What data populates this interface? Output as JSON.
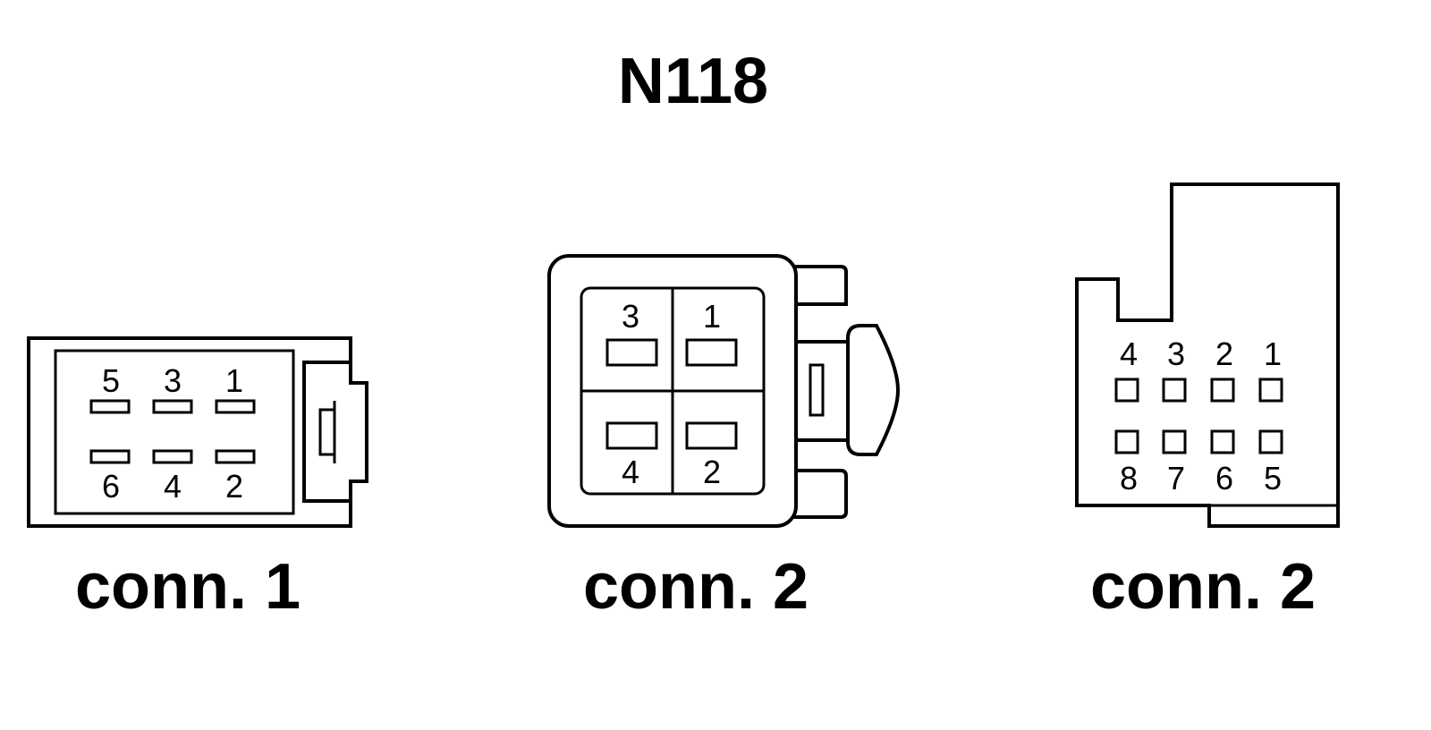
{
  "title": "N118",
  "connectors": [
    {
      "label": "conn. 1",
      "pins_top": [
        "5",
        "3",
        "1"
      ],
      "pins_bottom": [
        "6",
        "4",
        "2"
      ]
    },
    {
      "label": "conn. 2",
      "cells": [
        "3",
        "1",
        "4",
        "2"
      ]
    },
    {
      "label": "conn. 2",
      "pins_top": [
        "4",
        "3",
        "2",
        "1"
      ],
      "pins_bottom": [
        "8",
        "7",
        "6",
        "5"
      ]
    }
  ]
}
